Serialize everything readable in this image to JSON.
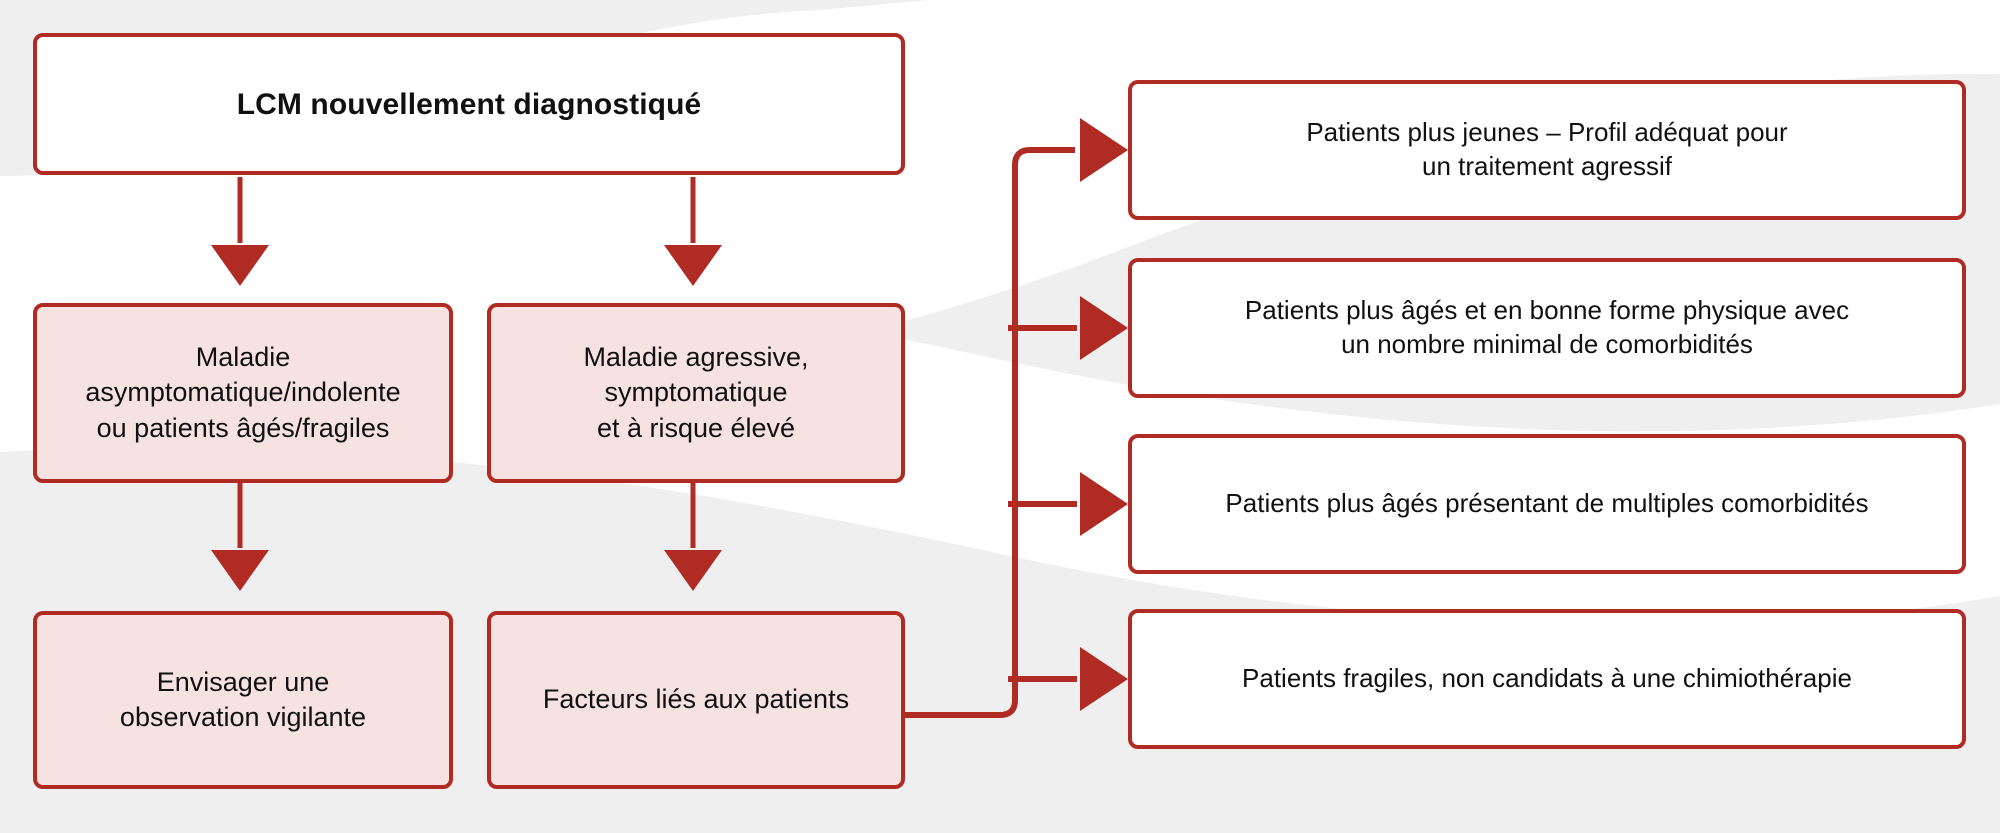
{
  "diagram": {
    "title_node": {
      "label": "LCM nouvellement diagnostiqué"
    },
    "branches": [
      {
        "condition": "Maladie\nasymptomatique/indolente\nou patients âgés/fragiles",
        "outcome": "Envisager une\nobservation vigilante"
      },
      {
        "condition": "Maladie agressive,\nsymptomatique\net à risque élevé",
        "outcome": "Facteurs liés aux patients"
      }
    ],
    "patient_profiles": [
      "Patients plus jeunes – Profil adéquat pour\nun traitement agressif",
      "Patients plus âgés et en bonne forme physique avec\nun nombre minimal de comorbidités",
      "Patients plus âgés présentant de multiples comorbidités",
      "Patients fragiles, non candidats à une chimiothérapie"
    ],
    "colors": {
      "accent": "#b02b24",
      "node_fill_pink": "#f7e2e2",
      "node_fill_white": "#ffffff",
      "background": "#efefef",
      "swoosh": "#ffffff",
      "text": "#111111"
    }
  }
}
